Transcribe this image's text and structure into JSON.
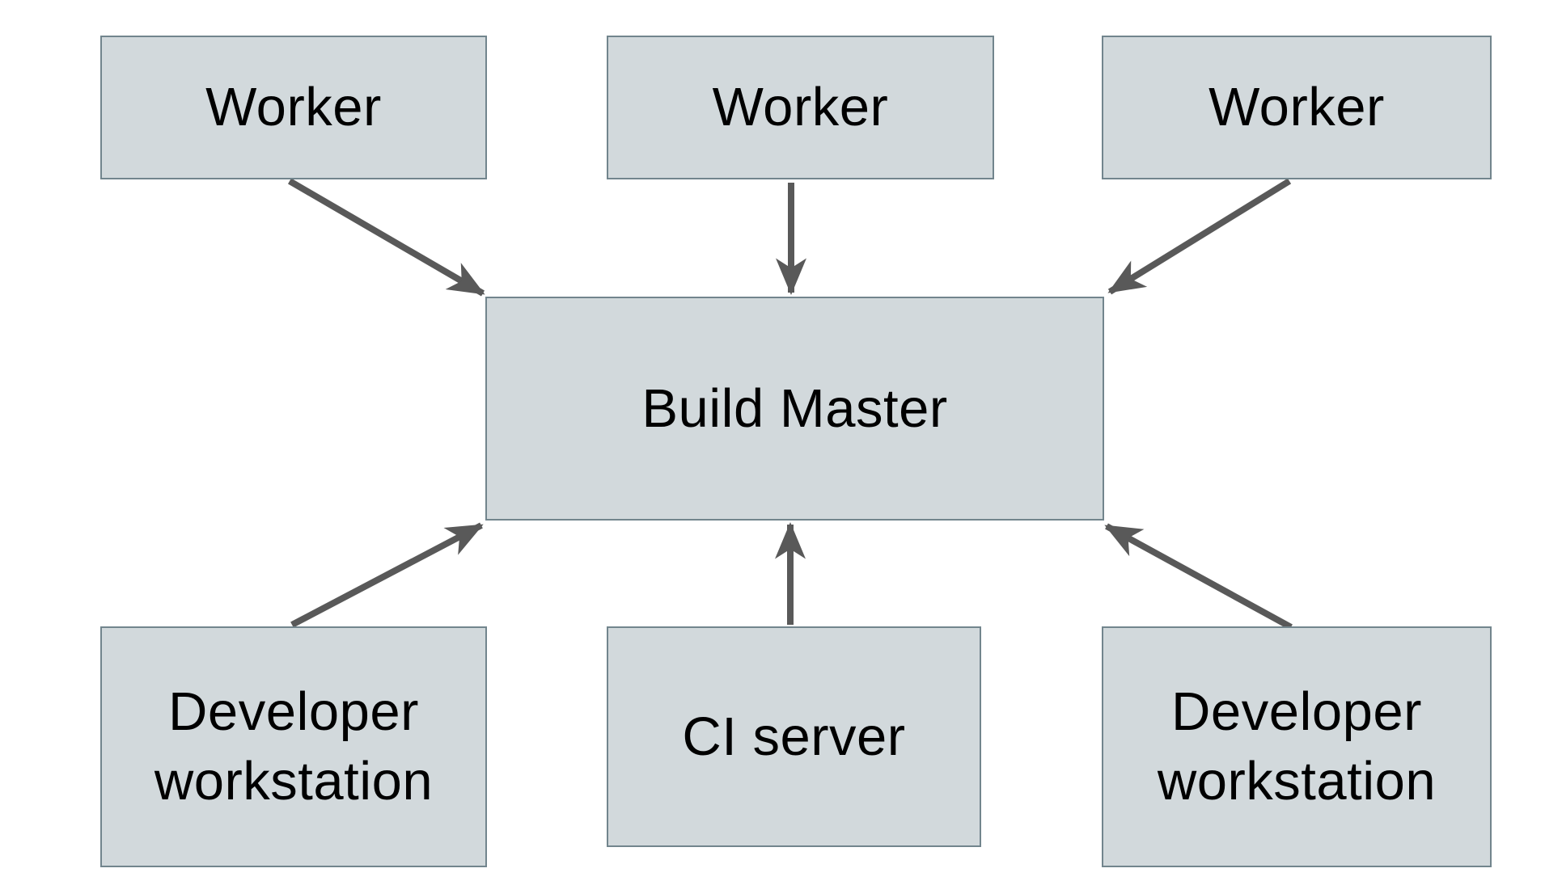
{
  "diagram": {
    "type": "architecture-diagram",
    "nodes": [
      {
        "id": "worker-1",
        "label": "Worker"
      },
      {
        "id": "worker-2",
        "label": "Worker"
      },
      {
        "id": "worker-3",
        "label": "Worker"
      },
      {
        "id": "build-master",
        "label": "Build Master"
      },
      {
        "id": "developer-workstation-left",
        "label": "Developer workstation"
      },
      {
        "id": "ci-server",
        "label": "CI server"
      },
      {
        "id": "developer-workstation-right",
        "label": "Developer workstation"
      }
    ],
    "edges": [
      {
        "from": "worker-1",
        "to": "build-master"
      },
      {
        "from": "worker-2",
        "to": "build-master"
      },
      {
        "from": "worker-3",
        "to": "build-master"
      },
      {
        "from": "developer-workstation-left",
        "to": "build-master"
      },
      {
        "from": "ci-server",
        "to": "build-master"
      },
      {
        "from": "developer-workstation-right",
        "to": "build-master"
      }
    ],
    "colors": {
      "node_fill": "#d2d9dc",
      "node_border": "#72858d",
      "arrow": "#595959",
      "text": "#000000",
      "background": "#ffffff"
    }
  }
}
